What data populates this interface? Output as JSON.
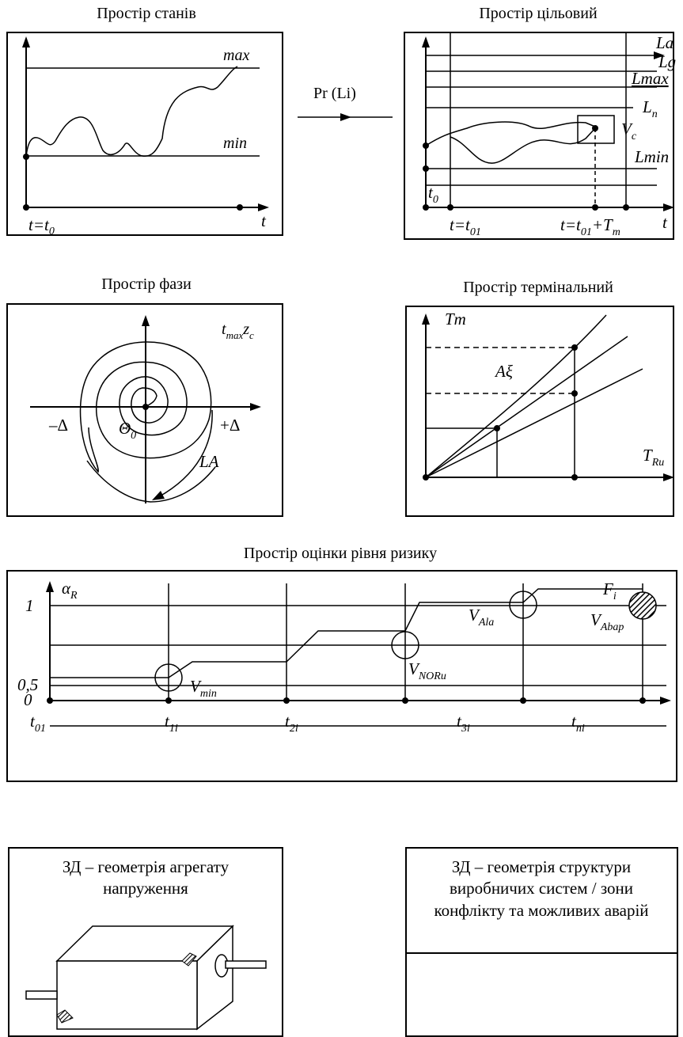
{
  "captions": {
    "states": "Простір станів",
    "target": "Простір цільовий",
    "phase": "Простір фази",
    "terminal": "Простір термінальний",
    "risk": "Простір оцінки рівня ризику"
  },
  "transition": {
    "label": "Pr (Li)"
  },
  "states_space": {
    "max": "max",
    "min": "min",
    "t_start": "t=t",
    "t_start_sub": "0",
    "t_axis": "t"
  },
  "target_space": {
    "La": "La",
    "Lg": "Lg",
    "Lmax": "Lmax",
    "Ln": "L",
    "Ln_sub": "n",
    "Vc": "V",
    "Vc_sub": "c",
    "Lmin": "Lmin",
    "t0": "t",
    "t0_sub": "0",
    "t01": "t=t",
    "t01_sub": "01",
    "tm": "t=t",
    "tm_sub": "01",
    "tm_plus": "+T",
    "tm_sub2": "m",
    "t_axis": "t"
  },
  "phase_space": {
    "tz": "t",
    "tz_sub": "max",
    "tz_z": "z",
    "tz_z_sub": "c",
    "minus_delta": "–Δ",
    "plus_delta": "+Δ",
    "theta": "Θ",
    "theta_sub": "0",
    "LA": "LA"
  },
  "terminal_space": {
    "Tm": "Tm",
    "Axi": "Aξ",
    "TR": "T",
    "TR_sub": "Ru"
  },
  "risk_space": {
    "alpha": "α",
    "alpha_sub": "R",
    "y1": "1",
    "y05": "0,5",
    "y0": "0",
    "Fi": "F",
    "Fi_sub": "i",
    "VAla": "V",
    "VAla_sub": "Ala",
    "VAbap": "V",
    "VAbap_sub": "Abap",
    "VNORu": "V",
    "VNORu_sub": "NORu",
    "Vmin": "V",
    "Vmin_sub": "min",
    "t01": "t",
    "t01_sub": "01",
    "t1i": "t",
    "t1i_sub": "1i",
    "t2i": "t",
    "t2i_sub": "2i",
    "t3i": "t",
    "t3i_sub": "3i",
    "tni": "t",
    "tni_sub": "ni"
  },
  "bottom_left": {
    "line1": "ЗД – геометрія агрегату",
    "line2": "напруження"
  },
  "bottom_right": {
    "line1": "ЗД – геометрія структури",
    "line2": "виробничих систем / зони",
    "line3": "конфлікту та можливих аварій"
  }
}
